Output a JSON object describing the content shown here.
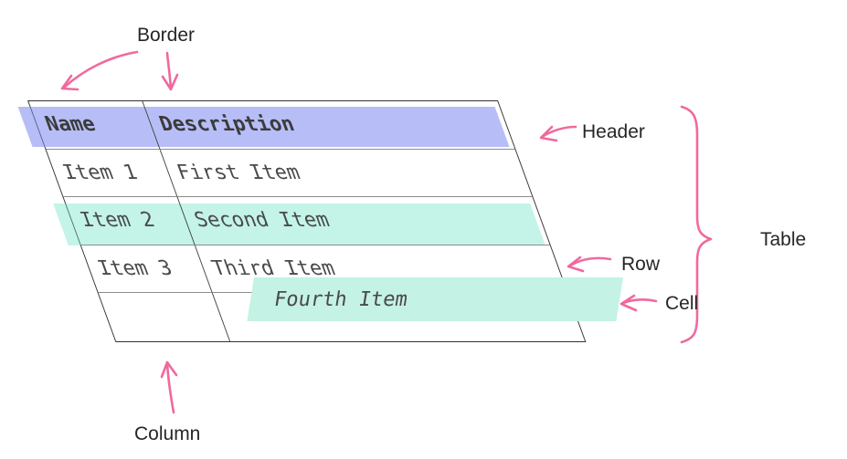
{
  "diagram": {
    "labels": {
      "border": "Border",
      "header": "Header",
      "table": "Table",
      "row": "Row",
      "cell": "Cell",
      "column": "Column"
    },
    "table": {
      "columns": [
        "Name",
        "Description"
      ],
      "rows": [
        [
          "Item 1",
          "First Item"
        ],
        [
          "Item 2",
          "Second Item"
        ],
        [
          "Item 3",
          "Third Item"
        ],
        [
          "",
          ""
        ]
      ],
      "floating_cell": "Fourth Item"
    },
    "colors": {
      "annotation_pink": "#f0699e",
      "header_highlight": "#7c88f0",
      "row_highlight": "#6ae3c3",
      "cell_highlight": "#c4f2e4",
      "border_dark": "#333333",
      "grid_line": "#8c8c8c",
      "header_text": "#3b3b3b",
      "body_text": "#4a4a4a"
    }
  }
}
